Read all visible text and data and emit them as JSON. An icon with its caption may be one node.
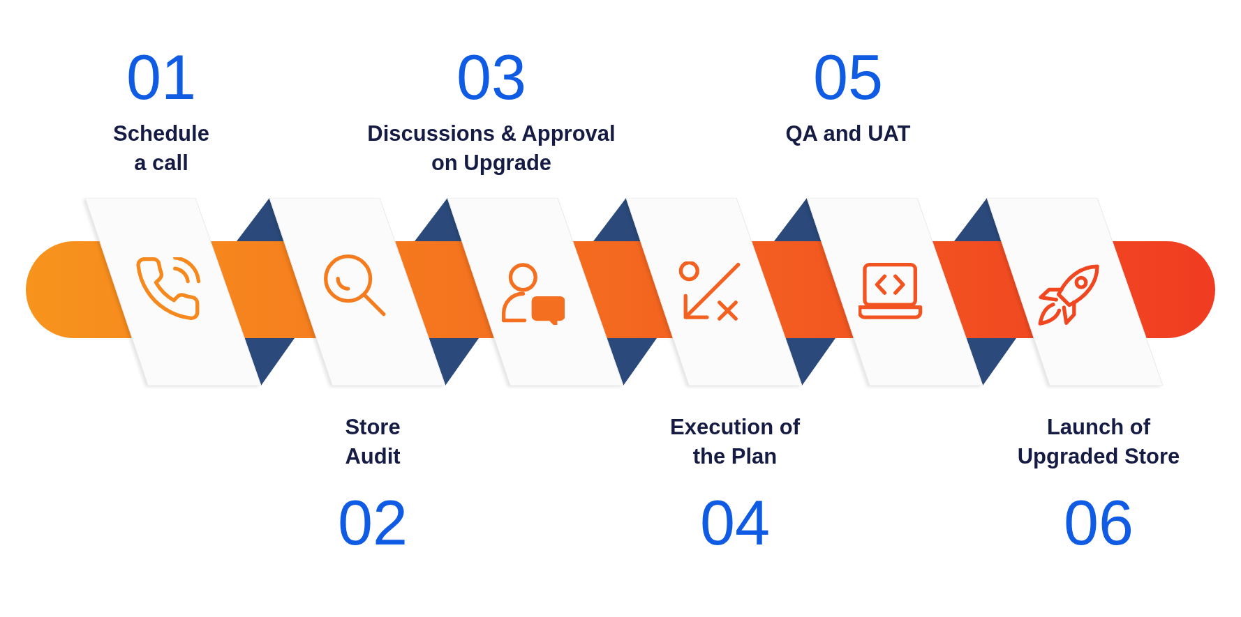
{
  "diagram": {
    "nodes": [
      {
        "text": [
          "01",
          "Schedule a call"
        ]
      },
      {
        "text": [
          "Store Audit",
          "02"
        ]
      },
      {
        "text": [
          "03",
          "Discussions & Approval on Upgrade"
        ]
      },
      {
        "text": [
          "Execution of the Plan",
          "04"
        ]
      },
      {
        "text": [
          "05",
          "QA and UAT"
        ]
      },
      {
        "text": [
          "Launch of Upgraded Store",
          "06"
        ]
      }
    ]
  }
}
